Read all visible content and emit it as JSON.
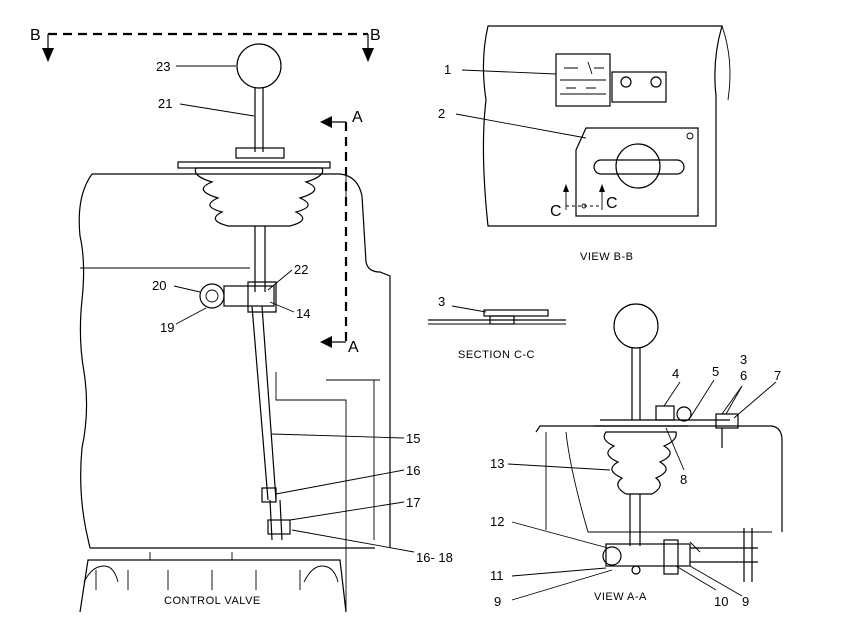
{
  "section_markers": {
    "b": "B",
    "a": "A",
    "c": "C"
  },
  "left_view": {
    "callouts": [
      "23",
      "21",
      "20",
      "19",
      "22",
      "14",
      "15",
      "16",
      "17",
      "16- 18"
    ],
    "caption": "CONTROL VALVE"
  },
  "view_bb": {
    "callouts": [
      "1",
      "2"
    ],
    "caption": "VIEW  B-B"
  },
  "section_cc": {
    "callouts": [
      "3"
    ],
    "caption": "SECTION  C-C"
  },
  "view_aa": {
    "callouts": [
      "4",
      "5",
      "3",
      "6",
      "7",
      "8",
      "13",
      "12",
      "11",
      "9",
      "10",
      "9"
    ],
    "caption": "VIEW  A-A"
  },
  "colors": {
    "ink": "#000000",
    "paper": "#ffffff",
    "stipple": "#555555"
  }
}
